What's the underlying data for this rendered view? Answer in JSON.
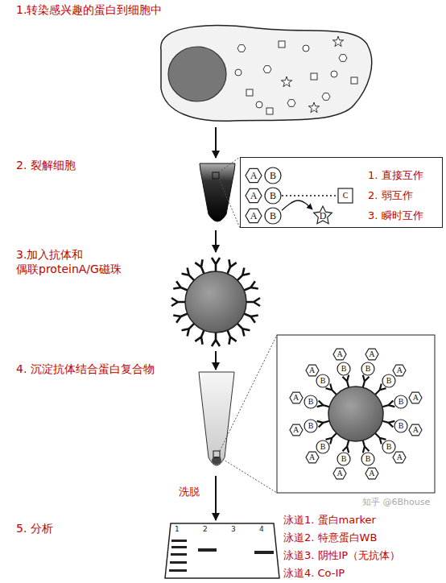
{
  "diagram": {
    "nodes": [
      {
        "text": [
          "1. 直接互作",
          "2. 弱互作",
          "3. 瞬时互作"
        ]
      },
      {
        "text": [
          "A"
        ],
        "in": 0
      },
      {
        "text": [
          "B"
        ],
        "in": 0
      },
      {
        "text": [
          "A"
        ],
        "in": 0
      },
      {
        "text": [
          "B"
        ],
        "in": 0
      },
      {
        "text": [
          "C"
        ],
        "in": 0
      },
      {
        "text": [
          "A"
        ],
        "in": 0
      },
      {
        "text": [
          "B"
        ],
        "in": 0
      },
      {
        "text": [
          "D"
        ],
        "in": 0
      },
      {
        "text": [
          "A"
        ]
      },
      {
        "text": [
          "B"
        ]
      },
      {
        "text": [
          "A"
        ]
      },
      {
        "text": [
          "B"
        ]
      },
      {
        "text": [
          "A"
        ]
      },
      {
        "text": [
          "B"
        ]
      },
      {
        "text": [
          "A"
        ]
      },
      {
        "text": [
          "B"
        ]
      },
      {
        "text": [
          "A"
        ]
      },
      {
        "text": [
          "B"
        ]
      },
      {
        "text": [
          "A"
        ]
      },
      {
        "text": [
          "B"
        ]
      },
      {
        "text": [
          "A"
        ]
      },
      {
        "text": [
          "B"
        ]
      },
      {
        "text": [
          "A"
        ]
      },
      {
        "text": [
          "B"
        ]
      },
      {
        "text": [
          "A"
        ]
      },
      {
        "text": [
          "B"
        ]
      },
      {
        "text": [
          "A"
        ]
      },
      {
        "text": [
          "B"
        ]
      },
      {
        "text": [
          "A"
        ]
      },
      {
        "text": [
          "B"
        ]
      },
      {
        "text": [
          "A"
        ]
      },
      {
        "text": [
          "B"
        ]
      }
    ],
    "edges": [
      {
        "from": 4,
        "to": 5,
        "arrow": "none"
      },
      {
        "from": 7,
        "to": 8,
        "arrow": "to"
      }
    ],
    "labels": [
      "1.转染感兴趣的蛋白到细胞中",
      "2. 裂解细胞",
      "3.加入抗体和 偶联proteinA/G磁珠",
      "4. 沉淀抗体结合蛋白复合物",
      "洗脱",
      "5. 分析",
      "1",
      "2",
      "3",
      "4",
      "泳道1. 蛋白marker",
      "泳道2. 特意蛋白WB",
      "泳道3. 阴性IP（无抗体）",
      "泳道4. Co-IP",
      "知乎 @6Bhouse"
    ]
  }
}
